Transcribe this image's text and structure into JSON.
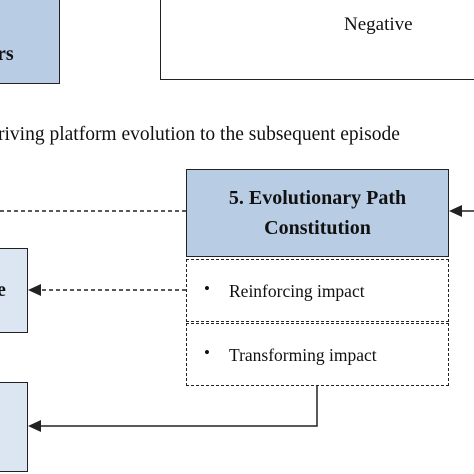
{
  "top_left_box": {
    "label": "rs"
  },
  "top_right_box": {
    "label": "Negative"
  },
  "caption": {
    "text": "riving platform evolution to the subsequent episode"
  },
  "step5": {
    "title_line1": "5. Evolutionary Path",
    "title_line2": "Constitution"
  },
  "sub_items": [
    {
      "bullet": "•",
      "label": "Reinforcing impact"
    },
    {
      "bullet": "•",
      "label": "Transforming impact"
    }
  ],
  "mid_left_box": {
    "label": "e"
  },
  "colors": {
    "step_fill": "#b8cce4",
    "light_fill": "#dce6f2",
    "line": "#222222"
  }
}
